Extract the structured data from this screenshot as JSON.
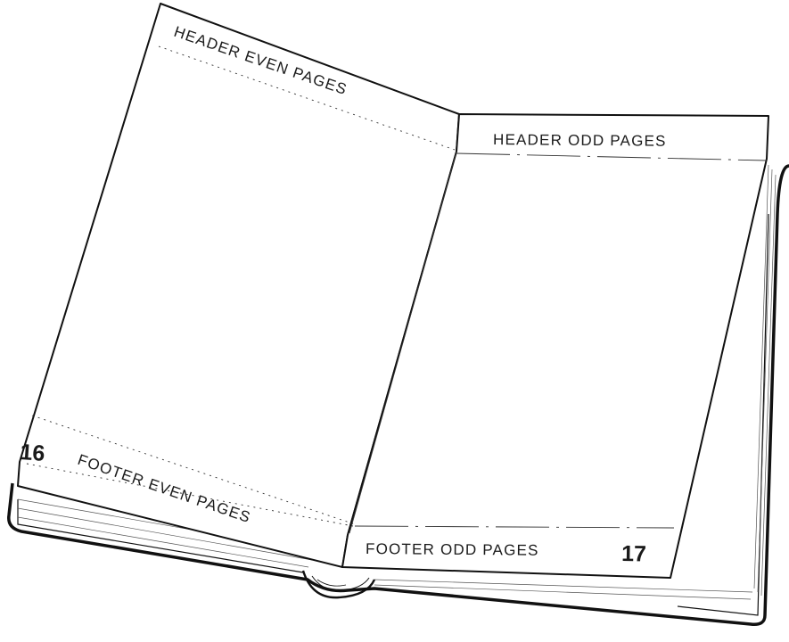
{
  "diagram": {
    "left_page": {
      "header_text": "HEADER EVEN PAGES",
      "footer_text": "FOOTER EVEN PAGES",
      "page_number": "16"
    },
    "right_page": {
      "header_text": "HEADER ODD PAGES",
      "footer_text": "FOOTER ODD PAGES",
      "page_number": "17"
    }
  }
}
